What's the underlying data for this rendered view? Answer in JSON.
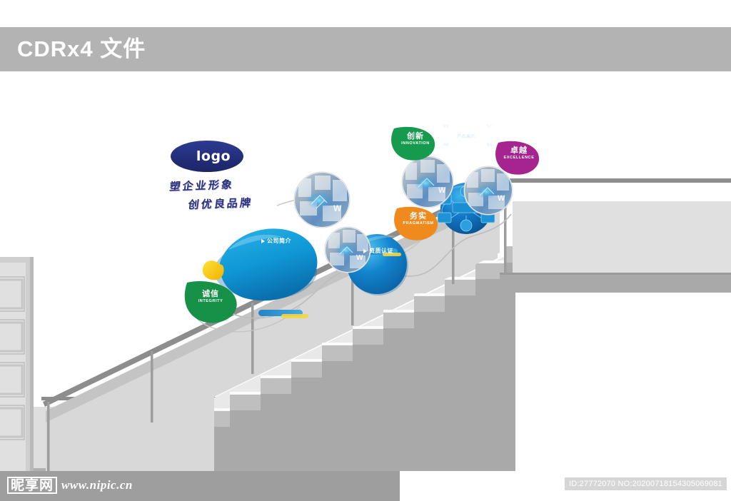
{
  "window": {
    "title": "CDRx4 文件"
  },
  "header": {
    "title": "CDRx4 文件",
    "background_color": "#b3b3b3",
    "text_color": "#ffffff"
  },
  "artwork": {
    "type": "corporate-culture-stairwell-wall-mockup",
    "logo": {
      "label": "logo",
      "shape": "ellipse",
      "color": "#25307e"
    },
    "slogan": {
      "line1": "塑企业形象",
      "line2": "创优良品牌",
      "color": "#2b2f7a"
    },
    "buttons": [
      {
        "id": "company-profile",
        "label": "公司简介",
        "icon": "play-triangle-icon",
        "color": "#ffffff"
      },
      {
        "id": "qualification",
        "label": "资质认证",
        "icon": "play-triangle-icon",
        "color": "#ffffff"
      }
    ],
    "value_tags": [
      {
        "id": "integrity",
        "cn": "诚信",
        "en": "INTEGRITY",
        "color": "#179048"
      },
      {
        "id": "innovation",
        "cn": "创新",
        "en": "INNOVATION",
        "color": "#169a4d"
      },
      {
        "id": "pragmatism",
        "cn": "务实",
        "en": "PRAGMATISM",
        "color": "#ef8a1d"
      },
      {
        "id": "excellence",
        "cn": "卓越",
        "en": "EXCELLENCE",
        "color": "#a5248f"
      }
    ],
    "hub_diagram": {
      "center_label": "产品展示",
      "nodes": [
        "研发",
        "生产",
        "销售",
        "服务"
      ],
      "color": "#1e86d6"
    },
    "photo_bubbles": [
      {
        "id": "bubble-1",
        "caption": "tech-photo"
      },
      {
        "id": "bubble-2",
        "caption": "tech-photo"
      },
      {
        "id": "bubble-3",
        "caption": "tech-photo"
      },
      {
        "id": "bubble-4",
        "caption": "tech-photo"
      }
    ],
    "palette": {
      "teardrop_blue": "#18a0db",
      "circle_blue": "#1279c6",
      "accent_yellow": "#f5cf1b",
      "path_gray": "#b9b9b9",
      "wall_light": "#e2e2e2",
      "wall_mid": "#c9c9c9",
      "step_tread": "#efefef",
      "step_riser": "#a8a8a8",
      "handrail": "#8d8d8d"
    }
  },
  "footer": {
    "brand_mark": "昵享网",
    "site": "www.nipic.cn",
    "id_text": "ID:27772070 NO:20200718154305069081",
    "background_color": "#9e9e9e"
  }
}
